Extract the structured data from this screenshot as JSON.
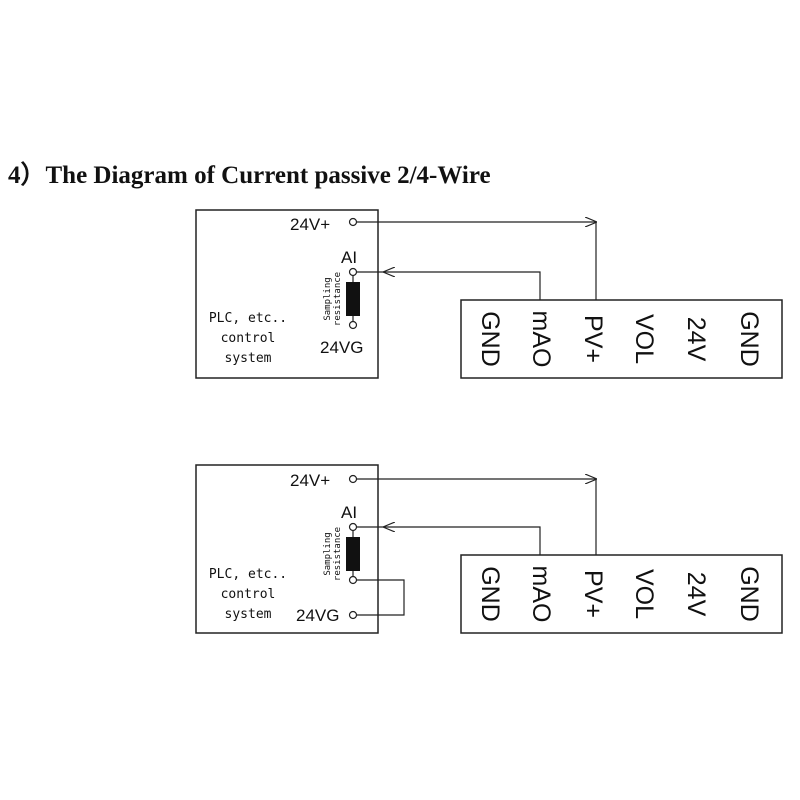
{
  "title": "4）The Diagram of Current passive 2/4-Wire",
  "diagrams": [
    {
      "plc": {
        "v24_plus": "24V+",
        "ai": "AI",
        "v24g": "24VG",
        "resistor_label_1": "Sampling",
        "resistor_label_2": "resistance",
        "desc_1": "PLC, etc..",
        "desc_2": "control",
        "desc_3": "system"
      },
      "terminals": [
        "GND",
        "mAO",
        "PV+",
        "VOL",
        "24V",
        "GND"
      ]
    },
    {
      "plc": {
        "v24_plus": "24V+",
        "ai": "AI",
        "v24g": "24VG",
        "resistor_label_1": "Sampling",
        "resistor_label_2": "resistance",
        "desc_1": "PLC, etc..",
        "desc_2": "control",
        "desc_3": "system"
      },
      "terminals": [
        "GND",
        "mAO",
        "PV+",
        "VOL",
        "24V",
        "GND"
      ]
    }
  ]
}
